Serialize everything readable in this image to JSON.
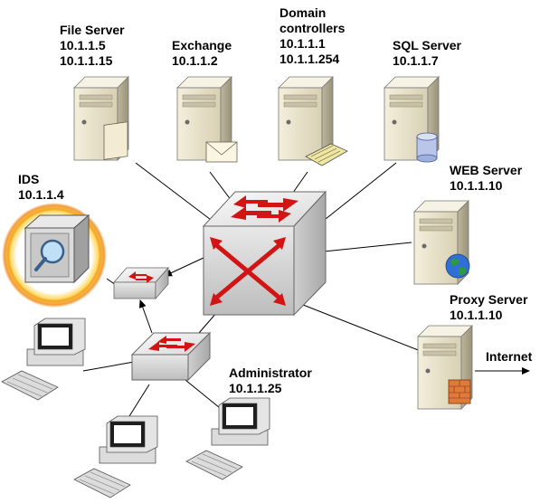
{
  "nodes": {
    "file_server": {
      "name": "File Server",
      "ips": [
        "10.1.1.5",
        "10.1.1.15"
      ]
    },
    "exchange": {
      "name": "Exchange",
      "ips": [
        "10.1.1.2"
      ]
    },
    "domain_controllers": {
      "name_lines": [
        "Domain",
        "controllers"
      ],
      "ips": [
        "10.1.1.1",
        "10.1.1.254"
      ]
    },
    "sql_server": {
      "name": "SQL Server",
      "ips": [
        "10.1.1.7"
      ]
    },
    "web_server": {
      "name": "WEB Server",
      "ips": [
        "10.1.1.10"
      ]
    },
    "proxy_server": {
      "name": "Proxy Server",
      "ips": [
        "10.1.1.10"
      ]
    },
    "ids": {
      "name": "IDS",
      "ips": [
        "10.1.1.4"
      ]
    },
    "administrator": {
      "name": "Administrator",
      "ips": [
        "10.1.1.25"
      ]
    },
    "internet": {
      "name": "Internet"
    }
  },
  "colors": {
    "server_case": "#e8e2cc",
    "server_shadow": "#a9a28a",
    "switch_body": "#e6e6e6",
    "switch_arrow": "#d21414",
    "ids_glow": "#f5a623",
    "line": "#000000"
  }
}
